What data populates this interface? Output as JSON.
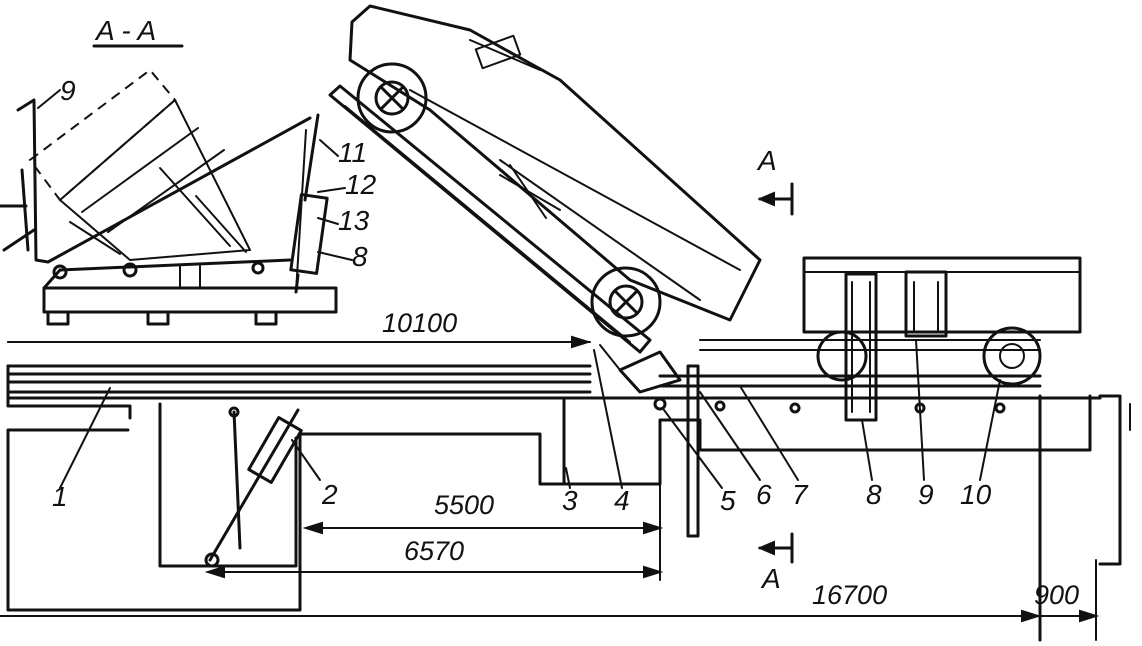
{
  "section": {
    "title": "A - A",
    "arrow_letter_top": "A",
    "arrow_letter_bottom": "A"
  },
  "dimensions": {
    "d10100": "10100",
    "d5500": "5500",
    "d6570": "6570",
    "d16700": "16700",
    "d900": "900"
  },
  "callouts": {
    "main": [
      "1",
      "2",
      "3",
      "4",
      "5",
      "6",
      "7",
      "8",
      "9",
      "10"
    ],
    "section": [
      "9",
      "11",
      "12",
      "13",
      "8"
    ]
  }
}
